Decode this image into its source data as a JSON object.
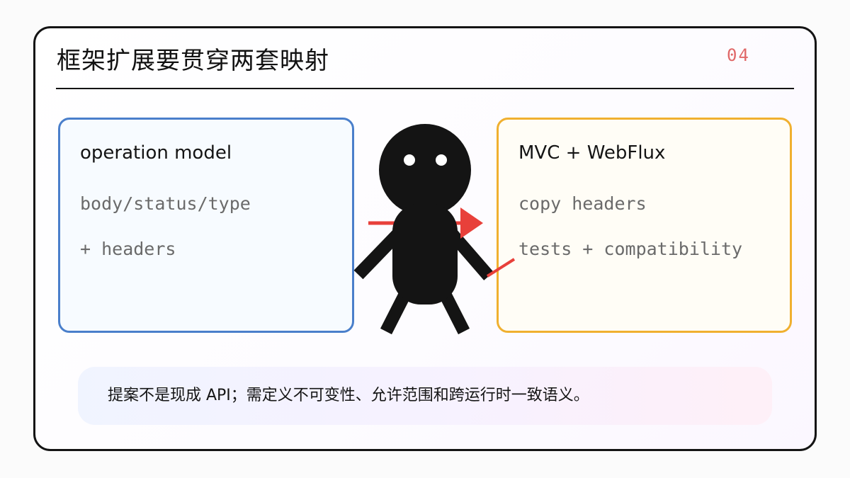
{
  "slide": {
    "title": "框架扩展要贯穿两套映射",
    "page_number": "04"
  },
  "left_card": {
    "heading": "operation model",
    "lines": [
      "body/status/type",
      "+ headers"
    ]
  },
  "right_card": {
    "heading": "MVC + WebFlux",
    "lines": [
      "copy headers",
      "tests + compatibility"
    ]
  },
  "note": {
    "text": "提案不是现成 API；需定义不可变性、允许范围和跨运行时一致语义。"
  },
  "colors": {
    "left_border": "#4a7fcb",
    "right_border": "#f0b030",
    "arrow": "#e8403a",
    "page_number": "#e06868",
    "figure": "#141414"
  },
  "icons": {
    "figure": "stick-figure-icon",
    "arrow": "arrow-right-icon"
  }
}
